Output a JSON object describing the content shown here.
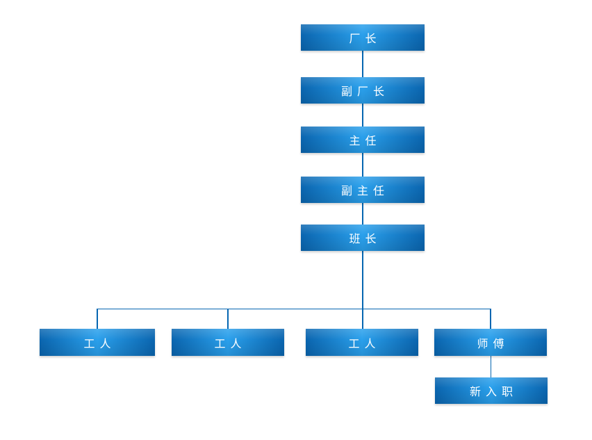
{
  "diagram": {
    "type": "org-chart",
    "background_color": "#ffffff",
    "box_style": {
      "gradient_edge_color": "#0a65af",
      "gradient_center_color": "#2aa0ec",
      "text_color": "#ffffff"
    },
    "connector_color": "#0566b1",
    "nodes": [
      {
        "id": "factory-director",
        "label": "厂长",
        "level": 1,
        "reports_to": null
      },
      {
        "id": "deputy-factory-director",
        "label": "副厂长",
        "level": 2,
        "reports_to": "factory-director"
      },
      {
        "id": "director",
        "label": "主任",
        "level": 3,
        "reports_to": "deputy-factory-director"
      },
      {
        "id": "deputy-director",
        "label": "副主任",
        "level": 4,
        "reports_to": "director"
      },
      {
        "id": "team-leader",
        "label": "班长",
        "level": 5,
        "reports_to": "deputy-director"
      },
      {
        "id": "worker-1",
        "label": "工人",
        "level": 6,
        "reports_to": "team-leader"
      },
      {
        "id": "worker-2",
        "label": "工人",
        "level": 6,
        "reports_to": "team-leader"
      },
      {
        "id": "worker-3",
        "label": "工人",
        "level": 6,
        "reports_to": "team-leader"
      },
      {
        "id": "master",
        "label": "师傅",
        "level": 6,
        "reports_to": "team-leader"
      },
      {
        "id": "new-hire",
        "label": "新入职",
        "level": 7,
        "reports_to": "master"
      }
    ]
  }
}
